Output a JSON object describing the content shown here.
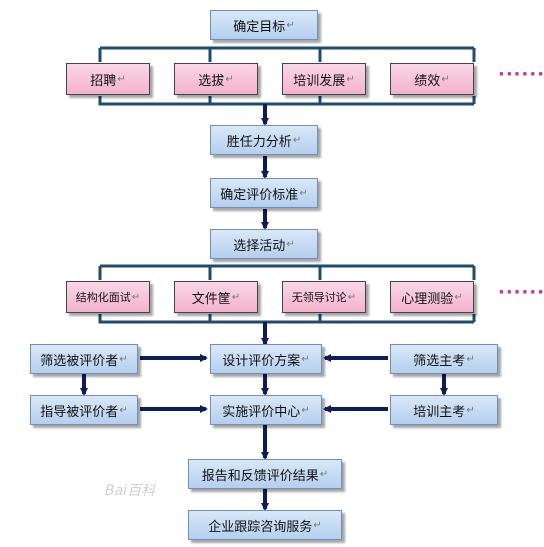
{
  "nodes": {
    "goal": "确定目标",
    "recruit": "招聘",
    "select": "选拔",
    "training": "培训发展",
    "performance": "绩效",
    "competency": "胜任力分析",
    "criteria": "确定评价标准",
    "activity": "选择活动",
    "structured": "结构化面试",
    "inbasket": "文件筐",
    "lgd": "无领导讨论",
    "psych": "心理测验",
    "screen_ratees": "筛选被评价者",
    "design": "设计评价方案",
    "screen_examiners": "筛选主考",
    "guide_ratees": "指导被评价者",
    "center": "实施评价中心",
    "train_examiners": "培训主考",
    "report": "报告和反馈评价结果",
    "tracking": "企业跟踪咨询服务"
  },
  "return_mark": "↵",
  "ellipsis": "······",
  "watermark": "Bai百科",
  "colors": {
    "blue_fill": "#c6dbf3",
    "pink_fill": "#f7c3da",
    "line": "#1f4b6e",
    "arrow": "#0f1c5c",
    "dots": "#c0339a"
  }
}
